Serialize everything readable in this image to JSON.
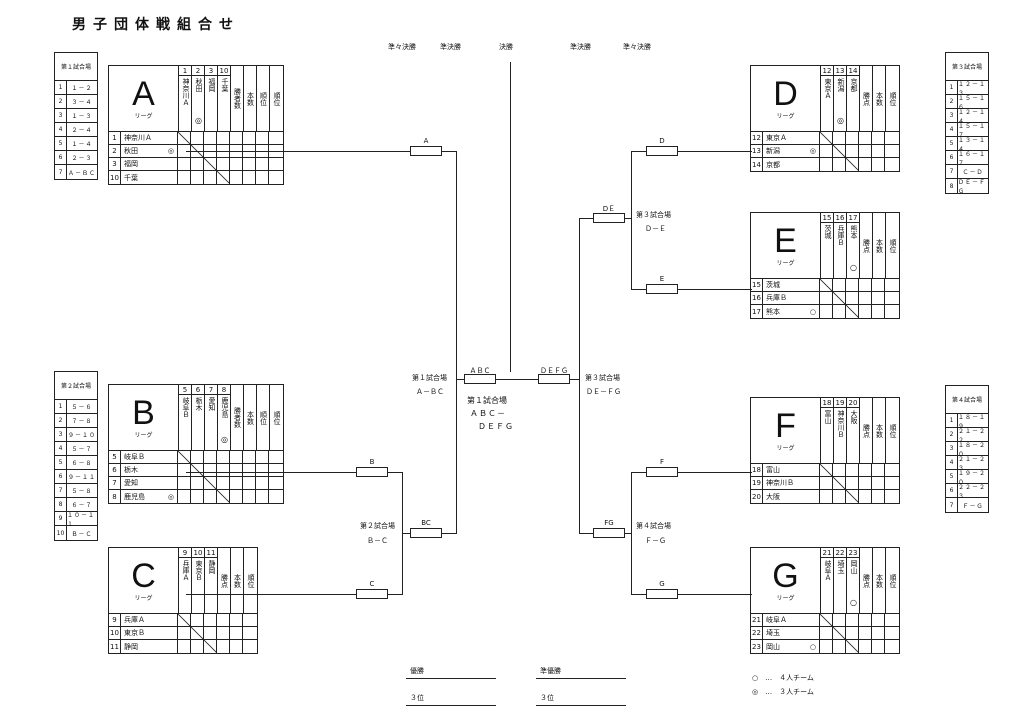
{
  "title": "男子団体戦組合せ",
  "rounds": {
    "qf_l": "準々決勝",
    "sf_l": "準決勝",
    "final": "決勝",
    "sf_r": "準決勝",
    "qf_r": "準々決勝"
  },
  "schedules": [
    {
      "head": "第１試合場",
      "rows": [
        [
          "1",
          "１－２"
        ],
        [
          "2",
          "３－４"
        ],
        [
          "3",
          "１－３"
        ],
        [
          "4",
          "２－４"
        ],
        [
          "5",
          "１－４"
        ],
        [
          "6",
          "２－３"
        ],
        [
          "7",
          "Ａ－ＢＣ"
        ]
      ]
    },
    {
      "head": "第２試合場",
      "rows": [
        [
          "1",
          "５－６"
        ],
        [
          "2",
          "７－８"
        ],
        [
          "3",
          "９－１０"
        ],
        [
          "4",
          "５－７"
        ],
        [
          "5",
          "６－８"
        ],
        [
          "6",
          "９－１１"
        ],
        [
          "7",
          "５－８"
        ],
        [
          "8",
          "６－７"
        ],
        [
          "9",
          "１０－１１"
        ],
        [
          "10",
          "Ｂ－Ｃ"
        ]
      ]
    },
    {
      "head": "第３試合場",
      "rows": [
        [
          "1",
          "１２－１３"
        ],
        [
          "2",
          "１５－１６"
        ],
        [
          "3",
          "１２－１４"
        ],
        [
          "4",
          "１５－１７"
        ],
        [
          "5",
          "１３－１４"
        ],
        [
          "6",
          "１６－１７"
        ],
        [
          "7",
          "Ｃ－Ｄ"
        ],
        [
          "8",
          "ＤＥ－ＦＧ"
        ]
      ]
    },
    {
      "head": "第４試合場",
      "rows": [
        [
          "1",
          "１８－１９"
        ],
        [
          "2",
          "２１－２２"
        ],
        [
          "3",
          "１８－２０"
        ],
        [
          "4",
          "２１－２３"
        ],
        [
          "5",
          "１９－２０"
        ],
        [
          "6",
          "２２－２３"
        ],
        [
          "7",
          "Ｆ－Ｇ"
        ]
      ]
    }
  ],
  "league_sub": "リーグ",
  "stat_labels": [
    "勝者数",
    "本数",
    "順位",
    "順位"
  ],
  "stat_labels3": [
    "勝点",
    "本数",
    "順位"
  ],
  "leagues": [
    {
      "letter": "A",
      "teams": [
        {
          "n": "1",
          "name": "神奈川Ａ",
          "short": "神奈川Ａ",
          "mark": ""
        },
        {
          "n": "2",
          "name": "秋田",
          "short": "秋田",
          "mark": "◎"
        },
        {
          "n": "3",
          "name": "福岡",
          "short": "福岡",
          "mark": ""
        },
        {
          "n": "10",
          "name": "千葉",
          "short": "千葉",
          "mark": ""
        }
      ]
    },
    {
      "letter": "B",
      "teams": [
        {
          "n": "5",
          "name": "岐阜Ｂ",
          "short": "岐阜Ｂ",
          "mark": ""
        },
        {
          "n": "6",
          "name": "栃木",
          "short": "栃木",
          "mark": ""
        },
        {
          "n": "7",
          "name": "愛知",
          "short": "愛知",
          "mark": ""
        },
        {
          "n": "8",
          "name": "鹿児島",
          "short": "鹿児島",
          "mark": "◎"
        }
      ]
    },
    {
      "letter": "C",
      "teams": [
        {
          "n": "9",
          "name": "兵庫Ａ",
          "short": "兵庫Ａ",
          "mark": ""
        },
        {
          "n": "10",
          "name": "東京Ｂ",
          "short": "東京Ｂ",
          "mark": ""
        },
        {
          "n": "11",
          "name": "静岡",
          "short": "静岡",
          "mark": ""
        }
      ]
    },
    {
      "letter": "D",
      "teams": [
        {
          "n": "12",
          "name": "東京Ａ",
          "short": "東京Ａ",
          "mark": ""
        },
        {
          "n": "13",
          "name": "新潟",
          "short": "新潟",
          "mark": "◎"
        },
        {
          "n": "14",
          "name": "京都",
          "short": "京都",
          "mark": ""
        }
      ]
    },
    {
      "letter": "E",
      "teams": [
        {
          "n": "15",
          "name": "茨城",
          "short": "茨城",
          "mark": ""
        },
        {
          "n": "16",
          "name": "兵庫Ｂ",
          "short": "兵庫Ｂ",
          "mark": ""
        },
        {
          "n": "17",
          "name": "熊本",
          "short": "熊本",
          "mark": "○"
        }
      ]
    },
    {
      "letter": "F",
      "teams": [
        {
          "n": "18",
          "name": "富山",
          "short": "富山",
          "mark": ""
        },
        {
          "n": "19",
          "name": "神奈川Ｂ",
          "short": "神奈川Ｂ",
          "mark": ""
        },
        {
          "n": "20",
          "name": "大阪",
          "short": "大阪",
          "mark": ""
        }
      ]
    },
    {
      "letter": "G",
      "teams": [
        {
          "n": "21",
          "name": "岐阜Ａ",
          "short": "岐阜Ａ",
          "mark": ""
        },
        {
          "n": "22",
          "name": "埼玉",
          "short": "埼玉",
          "mark": ""
        },
        {
          "n": "23",
          "name": "岡山",
          "short": "岡山",
          "mark": "○"
        }
      ]
    }
  ],
  "bracket": {
    "A": "A",
    "B": "B",
    "C": "C",
    "BC": "BC",
    "ABC": "ＡＢＣ",
    "D": "D",
    "E": "E",
    "DE": "DＥ",
    "F": "F",
    "G": "G",
    "FG": "FG",
    "DEFG": "ＤＥＦＧ",
    "c1a": "第１試合場",
    "c1b": "Ａ－ＢＣ",
    "c2a": "第２試合場",
    "c2b": "Ｂ－Ｃ",
    "c3a": "第３試合場",
    "c3b": "Ｄ－Ｅ",
    "c3c": "第３試合場",
    "c3d": "ＤＥ－ＦＧ",
    "c4a": "第４試合場",
    "c4b": "Ｆ－Ｇ",
    "fin1": "第１試合場",
    "fin2": "ＡＢＣ－",
    "fin3": "ＤＥＦＧ"
  },
  "results": {
    "win": "優勝",
    "runner": "準優勝",
    "third1": "３位",
    "third2": "３位"
  },
  "legend": {
    "four": "○　…　４人チーム",
    "three": "◎　…　３人チーム"
  }
}
